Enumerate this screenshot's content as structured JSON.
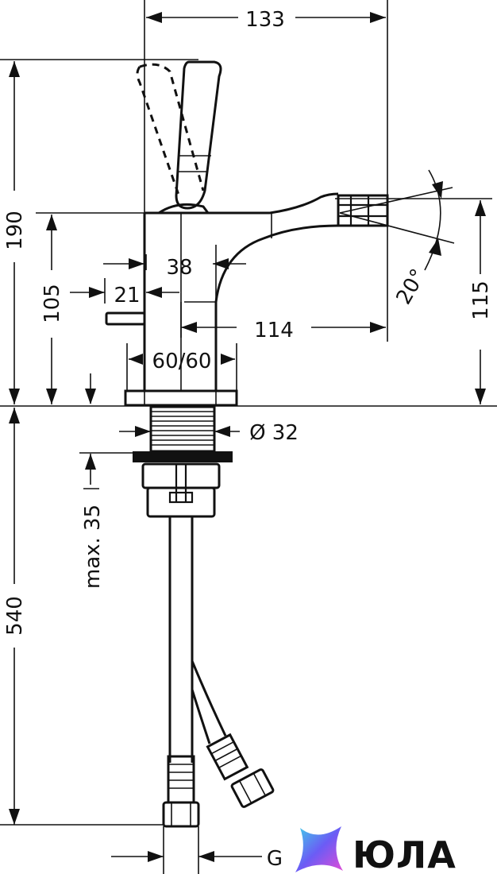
{
  "dimensions": {
    "width_top": "133",
    "height_total": "190",
    "height_body": "105",
    "height_spout": "115",
    "body_width": "38",
    "lever_offset": "21",
    "spout_reach": "114",
    "base_size": "60/60",
    "spout_angle": "20°",
    "thread_diameter": "Ø 32",
    "max_thickness": "max. 35",
    "hose_length": "540",
    "connection": "G"
  },
  "logo": {
    "text": "ЮЛА",
    "colors": [
      "#3fd0e8",
      "#6b5cf5",
      "#e24bd6"
    ]
  }
}
